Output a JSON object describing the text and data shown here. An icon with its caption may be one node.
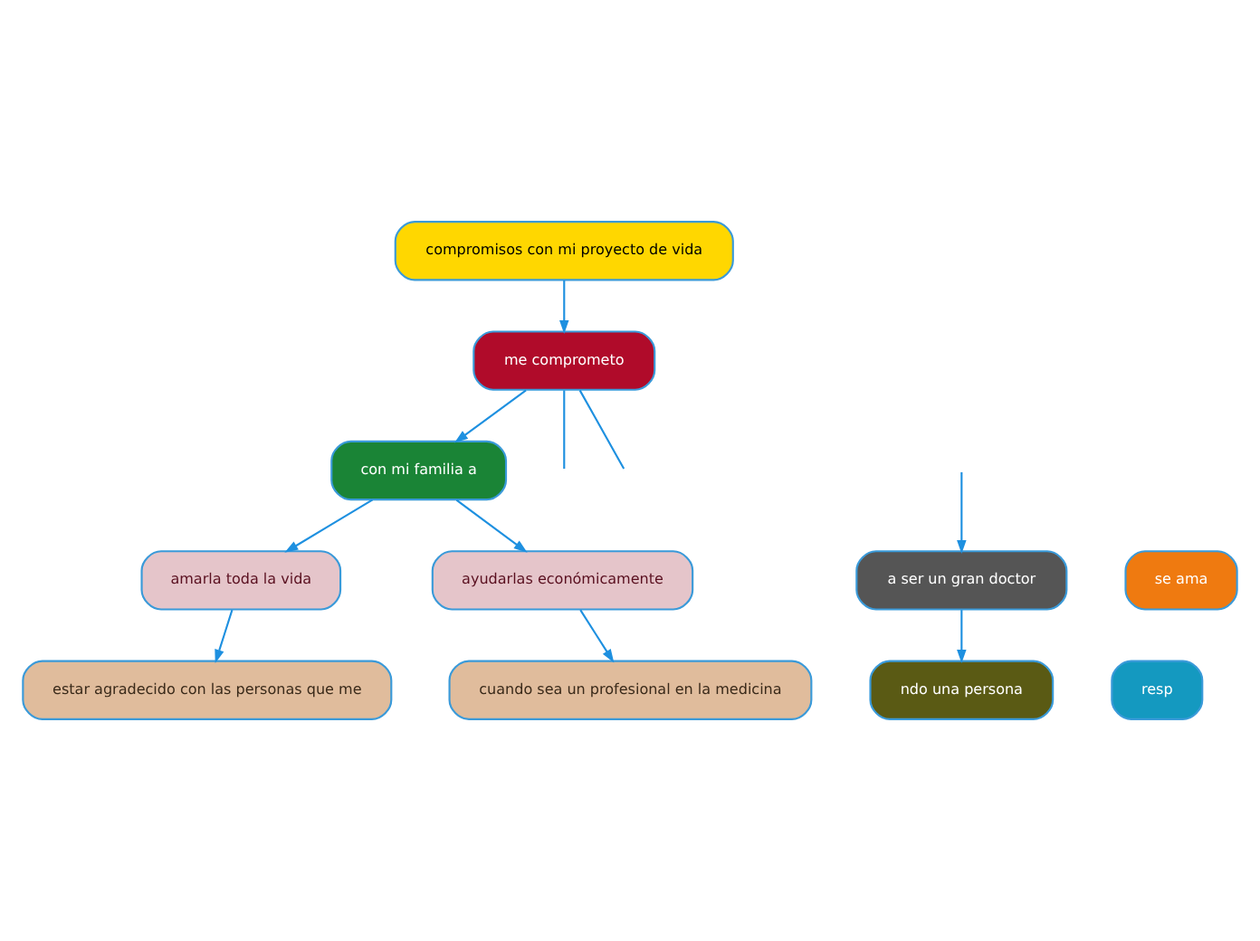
{
  "diagram": {
    "nodes": [
      {
        "text": [
          "compromisos con mi proyecto de vida"
        ]
      },
      {
        "text": [
          "me comprometo"
        ]
      },
      {
        "text": [
          "con mi familia a"
        ]
      },
      {
        "text": [
          "a ser un gran doctor"
        ]
      },
      {
        "text": [
          "amarla toda la vida"
        ]
      },
      {
        "text": [
          "ayudarlas económicamente"
        ]
      },
      {
        "text": [
          "se ama"
        ]
      },
      {
        "text": [
          "ndo una persona"
        ]
      },
      {
        "text": [
          "estar agradecido con las personas que me"
        ]
      },
      {
        "text": [
          "cuando sea un profesional en la medicina"
        ]
      },
      {
        "text": [
          "resp"
        ]
      }
    ],
    "edges": [
      {
        "from": 0,
        "to": 1,
        "arrow": "to"
      },
      {
        "from": 1,
        "to": null,
        "arrow": "none"
      },
      {
        "from": 1,
        "to": 2,
        "arrow": "to"
      },
      {
        "from": 1,
        "to": null,
        "arrow": "none"
      },
      {
        "from": null,
        "to": 3,
        "arrow": "to"
      },
      {
        "from": 2,
        "to": 4,
        "arrow": "to"
      },
      {
        "from": 2,
        "to": 5,
        "arrow": "to"
      },
      {
        "from": 3,
        "to": 7,
        "arrow": "to"
      },
      {
        "from": 4,
        "to": 8,
        "arrow": "to"
      },
      {
        "from": 5,
        "to": 9,
        "arrow": "to"
      }
    ]
  }
}
